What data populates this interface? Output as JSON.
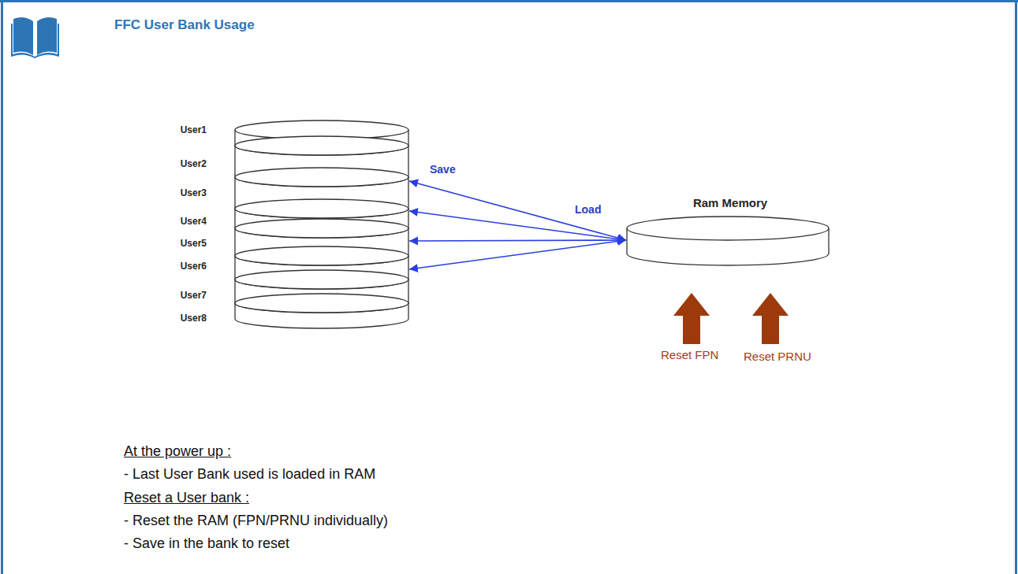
{
  "diagram": {
    "title": "FFC User Bank Usage",
    "nodes": [
      {
        "text": [
          "User1"
        ]
      },
      {
        "text": [
          "User2"
        ]
      },
      {
        "text": [
          "User3"
        ]
      },
      {
        "text": [
          "User4"
        ]
      },
      {
        "text": [
          "User5"
        ]
      },
      {
        "text": [
          "User6"
        ]
      },
      {
        "text": [
          "User7"
        ]
      },
      {
        "text": [
          "User8"
        ]
      },
      {
        "text": [
          "Ram Memory"
        ]
      }
    ],
    "edges": [
      {
        "from": 2,
        "to": 8,
        "arrow": "both",
        "label": "Save"
      },
      {
        "from": 3,
        "to": 8,
        "arrow": "both",
        "label": "Load"
      },
      {
        "from": 4,
        "to": 8,
        "arrow": "both"
      },
      {
        "from": 5,
        "to": 8,
        "arrow": "both"
      }
    ],
    "labels": [
      "Reset FPN",
      "Reset PRNU",
      "At the power up :",
      "- Last User Bank used is loaded in RAM",
      "Reset a User bank :",
      "- Reset the RAM (FPN/PRNU individually)",
      "- Save in the bank to reset"
    ]
  }
}
